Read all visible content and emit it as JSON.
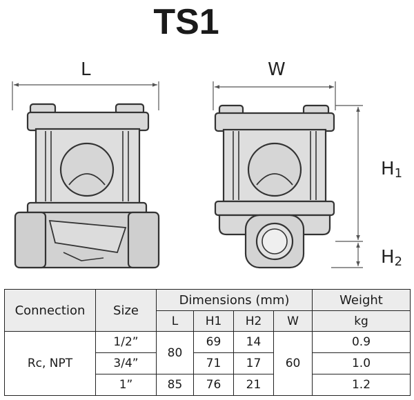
{
  "title": "TS1",
  "drawing": {
    "side_view_dim_label": "L",
    "front_view_width_label": "W",
    "height1_label_main": "H",
    "height1_label_sub": "1",
    "height2_label_main": "H",
    "height2_label_sub": "2"
  },
  "table": {
    "headers": {
      "connection": "Connection",
      "size": "Size",
      "dimensions": "Dimensions (mm)",
      "weight": "Weight",
      "l": "L",
      "h1": "H1",
      "h2": "H2",
      "w": "W",
      "kg": "kg"
    },
    "connection_value": "Rc, NPT",
    "rows": [
      {
        "size": "1/2”",
        "h1": "69",
        "h2": "14",
        "weight": "0.9"
      },
      {
        "size": "3/4”",
        "h1": "71",
        "h2": "17",
        "weight": "1.0"
      },
      {
        "size": "1”",
        "h1": "76",
        "h2": "21",
        "weight": "1.2"
      }
    ],
    "l_small": "80",
    "l_large": "85",
    "w_value": "60"
  }
}
